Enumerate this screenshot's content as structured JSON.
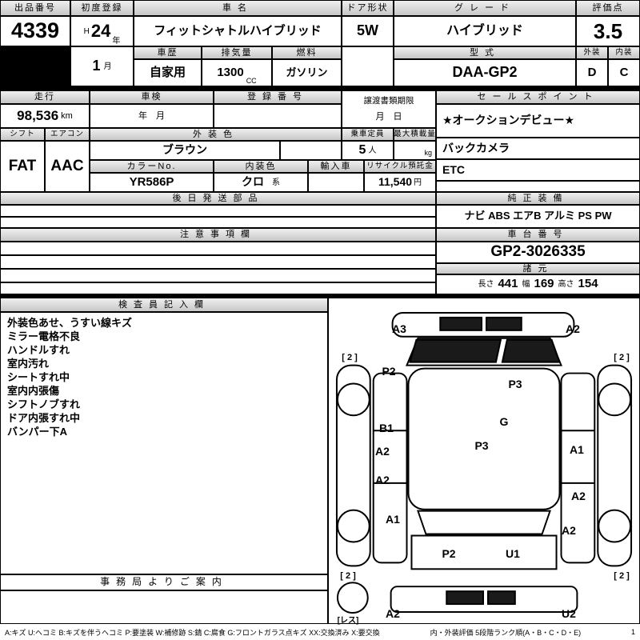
{
  "top": {
    "auction_no_label": "出品番号",
    "auction_no": "4339",
    "first_reg_label": "初度登録",
    "era": "H",
    "year": "24",
    "year_unit": "年",
    "month": "1",
    "month_unit": "月",
    "car_name_label": "車名",
    "car_name": "フィットシャトルハイブリッド",
    "door_label": "ドア形状",
    "door": "5W",
    "grade_label": "グレード",
    "grade": "ハイブリッド",
    "score_label": "評価点",
    "score": "3.5",
    "history_label": "車歴",
    "history": "自家用",
    "disp_label": "排気量",
    "disp": "1300",
    "disp_unit": "CC",
    "fuel_label": "燃料",
    "fuel": "ガソリン",
    "model_label": "型式",
    "model": "DAA-GP2",
    "ext_label": "外装",
    "ext": "D",
    "int_label": "内装",
    "int": "C"
  },
  "reg": {
    "mileage_label": "走行",
    "mileage": "98,536",
    "mileage_unit": "km",
    "shaken_label": "車検",
    "shaken": "年　月",
    "regno_label": "登録番号",
    "transfer_label": "譲渡書類期限",
    "transfer": "月　日",
    "sales_label": "セールスポイント",
    "sales": [
      "★オークションデビュー★",
      "バックカメラ",
      "ETC"
    ]
  },
  "spec": {
    "shift_label": "シフト",
    "shift": "FAT",
    "aircon_label": "エアコン",
    "aircon": "AAC",
    "ext_color_label": "外装色",
    "ext_color": "ブラウン",
    "capacity_label": "乗車定員",
    "capacity": "5",
    "capacity_unit": "人",
    "payload_label": "最大積載量",
    "payload_unit": "kg",
    "color_no_label": "カラーNo.",
    "color_no": "YR586P",
    "int_color_label": "内装色",
    "int_color": "クロ",
    "int_color_suffix": "系",
    "import_label": "輸入車",
    "recycle_label": "リサイクル預託金",
    "recycle": "11,540",
    "recycle_unit": "円",
    "later_parts_label": "後日発送部品",
    "equip_label": "純正装備",
    "equipment": "ナビ ABS エアB アルミ PS PW"
  },
  "notes": {
    "caution_label": "注意事項欄",
    "chassis_label": "車台番号",
    "chassis": "GP2-3026335",
    "dims_label": "諸元",
    "length_label": "長さ",
    "length": "441",
    "width_label": "幅",
    "width": "169",
    "height_label": "高さ",
    "height": "154"
  },
  "inspection": {
    "header": "検査員記入欄",
    "lines": [
      "外装色あせ、うすい線キズ",
      "ミラー電格不良",
      "ハンドルすれ",
      "室内汚れ",
      "シートすれ中",
      "室内内張傷",
      "シフトノブすれ",
      "ドア内張すれ中",
      "バンパー下A"
    ],
    "office_label": "事務局よりご案内"
  },
  "diagram": {
    "labels": [
      "A3",
      "A2",
      "[ 2 ]",
      "[ 2 ]",
      "P2",
      "P3",
      "B1",
      "G",
      "A2",
      "P3",
      "A1",
      "A2",
      "A2",
      "A1",
      "A2",
      "P2",
      "U1",
      "[ 2 ]",
      "[ 2 ]",
      "A2",
      "U2",
      "[レス]"
    ]
  },
  "footer": {
    "legend": "A:キズ U:ヘコミ B:キズを伴うヘコミ P:要塗装 W:補修跡 S:錆 C:腐食 G:フロントガラス点キズ XX:交換済み X:要交換",
    "rank_note": "内・外装評価 5段階ランク順(A・B・C・D・E)",
    "page": "1"
  }
}
